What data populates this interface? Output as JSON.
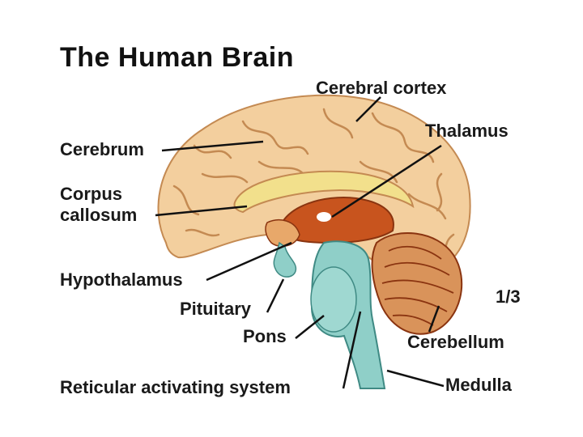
{
  "title": "The Human Brain",
  "page_indicator": "1/3",
  "labels": {
    "cerebral_cortex": "Cerebral cortex",
    "thalamus": "Thalamus",
    "cerebrum": "Cerebrum",
    "corpus_callosum_line1": "Corpus",
    "corpus_callosum_line2": "callosum",
    "hypothalamus": "Hypothalamus",
    "pituitary": "Pituitary",
    "pons": "Pons",
    "cerebellum": "Cerebellum",
    "reticular_activating_system": "Reticular activating system",
    "medulla": "Medulla"
  },
  "colors": {
    "cerebrum": "#f3cf9e",
    "cerebrum_fold": "#c48a52",
    "corpus_callosum": "#f2e08c",
    "thalamus": "#c8541e",
    "cerebellum": "#d9935a",
    "brainstem": "#8fcfc8"
  }
}
